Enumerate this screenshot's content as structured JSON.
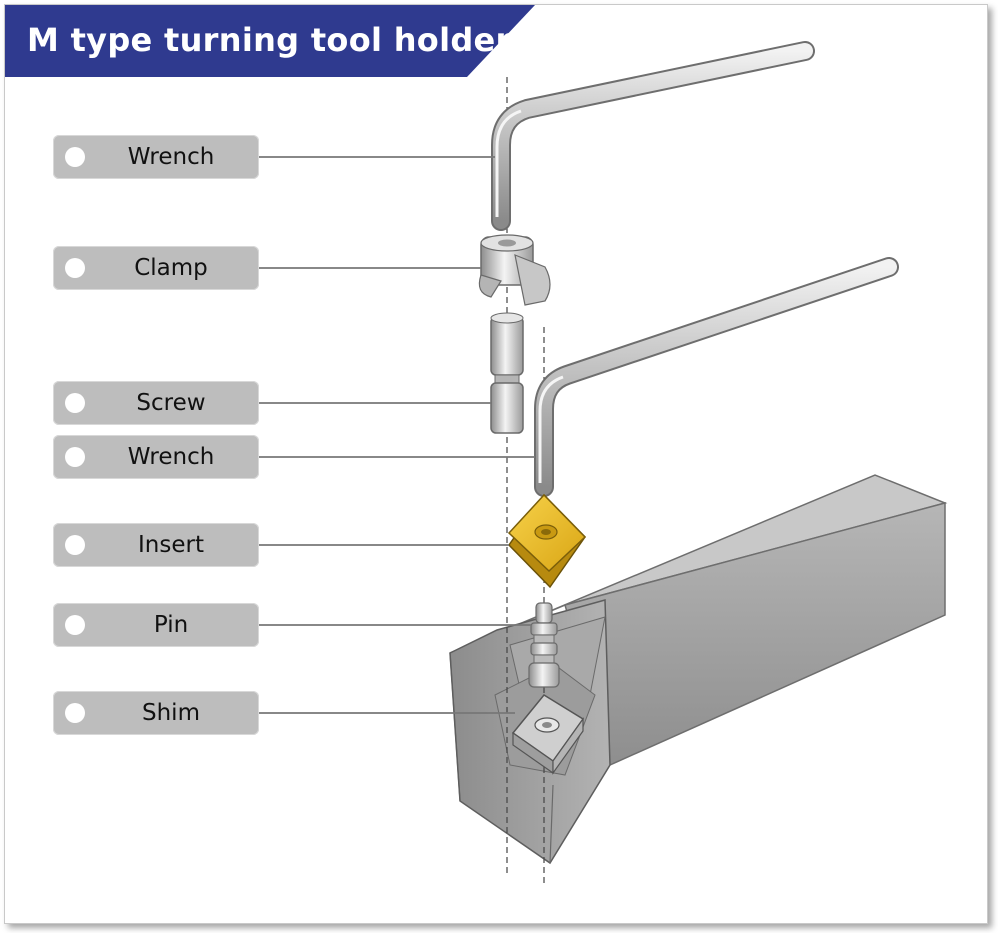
{
  "title": "M type turning tool holder",
  "colors": {
    "banner": "#2f3a8f",
    "label_bg": "#bdbdbd",
    "insert": "#f2c12e",
    "holder": "#9a9a9a"
  },
  "parts": [
    {
      "id": "wrench-top",
      "label": "Wrench"
    },
    {
      "id": "clamp",
      "label": "Clamp"
    },
    {
      "id": "screw",
      "label": "Screw"
    },
    {
      "id": "wrench-lower",
      "label": "Wrench"
    },
    {
      "id": "insert",
      "label": "Insert"
    },
    {
      "id": "pin",
      "label": "Pin"
    },
    {
      "id": "shim",
      "label": "Shim"
    }
  ]
}
